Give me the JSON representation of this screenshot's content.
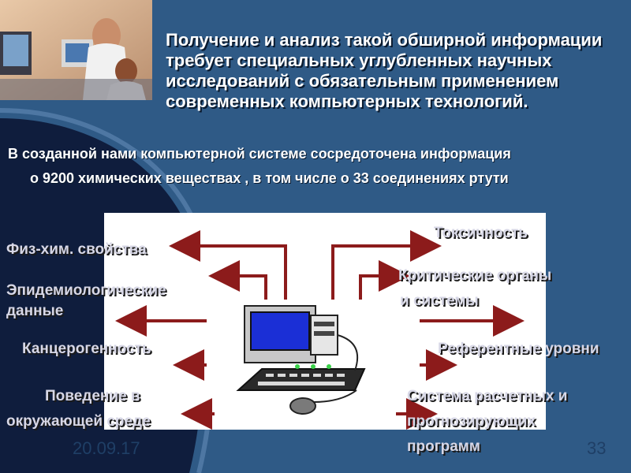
{
  "title": "Получение и анализ такой обширной информации требует специальных углубленных научных исследований с обязательным применением современных компьютерных технологий.",
  "intro": {
    "line1": "В созданной нами компьютерной системе сосредоточена информация",
    "line2": "о 9200 химических веществах , в том числе о 33 соединениях  ртути"
  },
  "left_labels": {
    "physchem": "Физ-хим. свойства",
    "epidem_line1": "Эпидемиологические",
    "epidem_line2": "данные",
    "carcino": "Канцерогенность",
    "behavior_line1": "Поведение в",
    "behavior_line2": "окружающей среде"
  },
  "right_labels": {
    "toxicity": "Токсичность",
    "organs_line1": "Критические органы",
    "organs_line2": "и системы",
    "reference": "Референтные уровни",
    "systems_line1": "Система расчетных и",
    "systems_line2": "прогнозирующих",
    "systems_line3": "программ"
  },
  "footer": {
    "date": "20.09.17",
    "page": "33"
  },
  "colors": {
    "background": "#2f5a86",
    "arc": "#0f1d3d",
    "panel": "#ffffff",
    "arrow": "#8c1b1b"
  }
}
